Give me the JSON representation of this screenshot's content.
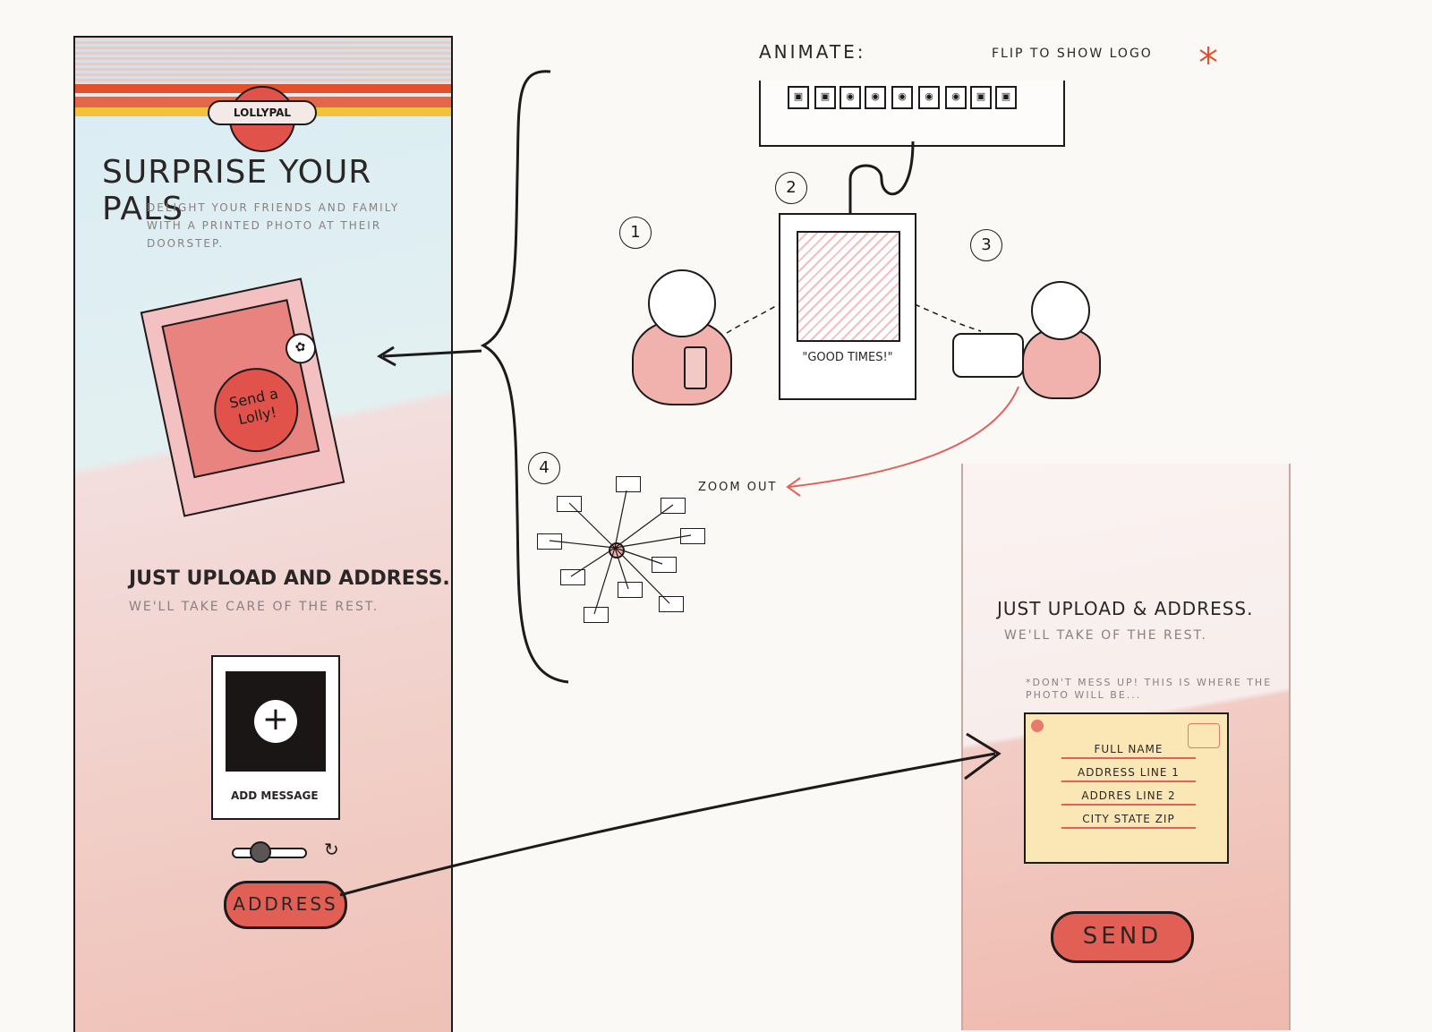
{
  "phone_left": {
    "logo_text": "LOLLYPAL",
    "title": "SURPRISE YOUR PALS",
    "tagline": "DELIGHT YOUR FRIENDS AND FAMILY WITH A PRINTED PHOTO AT THEIR DOORSTEP.",
    "card_text": "Send a Lolly!",
    "upload_heading": "JUST UPLOAD AND ADDRESS.",
    "upload_sub": "WE'LL TAKE CARE OF THE REST.",
    "plus_icon": "+",
    "add_message": "ADD MESSAGE",
    "address_button": "ADDRESS"
  },
  "animation": {
    "label": "ANIMATE:",
    "flip_note": "FLIP TO SHOW LOGO",
    "steps": [
      "1",
      "2",
      "3",
      "4"
    ],
    "photo_caption": "\"GOOD TIMES!\"",
    "zoom_label": "ZOOM OUT"
  },
  "phone_right": {
    "upload_heading": "JUST UPLOAD & ADDRESS.",
    "upload_sub": "WE'LL TAKE OF THE REST.",
    "note": "*DON'T MESS UP! THIS IS WHERE THE PHOTO WILL BE...",
    "fields": [
      "FULL NAME",
      "ADDRESS LINE 1",
      "ADDRES LINE 2",
      "CITY STATE ZIP"
    ],
    "send_button": "SEND"
  },
  "colors": {
    "accent_red": "#e25f55",
    "stripe_yellow": "#f1c23a",
    "sky_blue": "#d9ecf3",
    "ink": "#1c1a1a"
  }
}
